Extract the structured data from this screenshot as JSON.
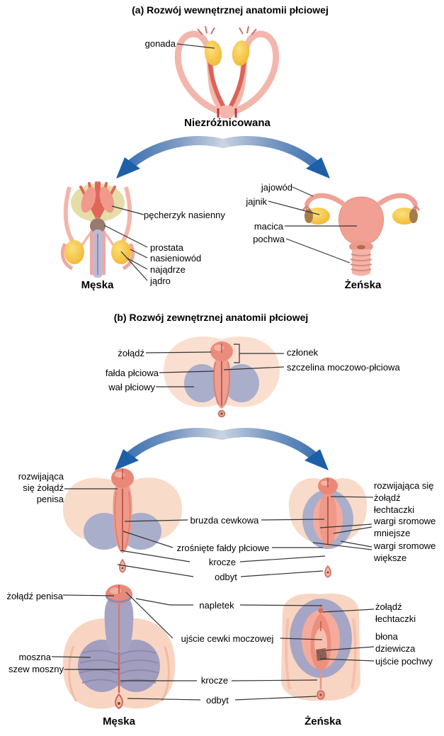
{
  "section_a": {
    "title": "(a) Rozwój wewnętrznej anatomii płciowej",
    "gonad_label": "gonada",
    "undifferentiated_caption": "Niezróżnicowana",
    "male": {
      "seminal_vesicle": "pęcherzyk nasienny",
      "prostate": "prostata",
      "vas_deferens": "nasieniowód",
      "epididymis": "najądrze",
      "testis": "jądro",
      "caption": "Męska"
    },
    "female": {
      "oviduct": "jajowód",
      "ovary": "jajnik",
      "uterus": "macica",
      "vagina": "pochwa",
      "caption": "Żeńska"
    }
  },
  "section_b": {
    "title": "(b) Rozwój zewnętrznej anatomii płciowej",
    "undifferentiated": {
      "glans": "żołądź",
      "genital_fold": "fałda płciowa",
      "genital_swelling": "wał płciowy",
      "phallus": "członek",
      "urogenital_slit": "szczelina moczowo-płciowa"
    },
    "developing": {
      "male_glans": "rozwijająca się żołądź penisa",
      "urethral_groove": "bruzda cewkowa",
      "fused_folds": "zrośnięte fałdy płciowe",
      "perineum": "krocze",
      "anus": "odbyt",
      "female_glans": "rozwijająca się żołądź łechtaczki",
      "labia_minora": "wargi sromowe mniejsze",
      "labia_majora": "wargi sromowe większe"
    },
    "adult": {
      "male_glans": "żołądź penisa",
      "foreskin": "napletek",
      "urethral_opening": "ujście cewki moczowej",
      "scrotum": "moszna",
      "scrotal_raphe": "szew moszny",
      "perineum": "krocze",
      "anus": "odbyt",
      "female_glans": "żołądź łechtaczki",
      "hymen": "błona dziewicza",
      "vaginal_opening": "ujście pochwy",
      "male_caption": "Męska",
      "female_caption": "Żeńska"
    }
  },
  "colors": {
    "arrow_dark": "#1d5fa8",
    "arrow_light": "#c9d3e2",
    "skin_peach": "#f8d8c6",
    "swelling_blue": "#a8a6c6",
    "tissue_pink": "#ef9c8d",
    "glans_pink": "#e98878",
    "gonad_gold": "#f5c33c",
    "duct_pink": "#f2b3a9",
    "duct_red": "#dd6357",
    "leader_line": "#333333"
  }
}
